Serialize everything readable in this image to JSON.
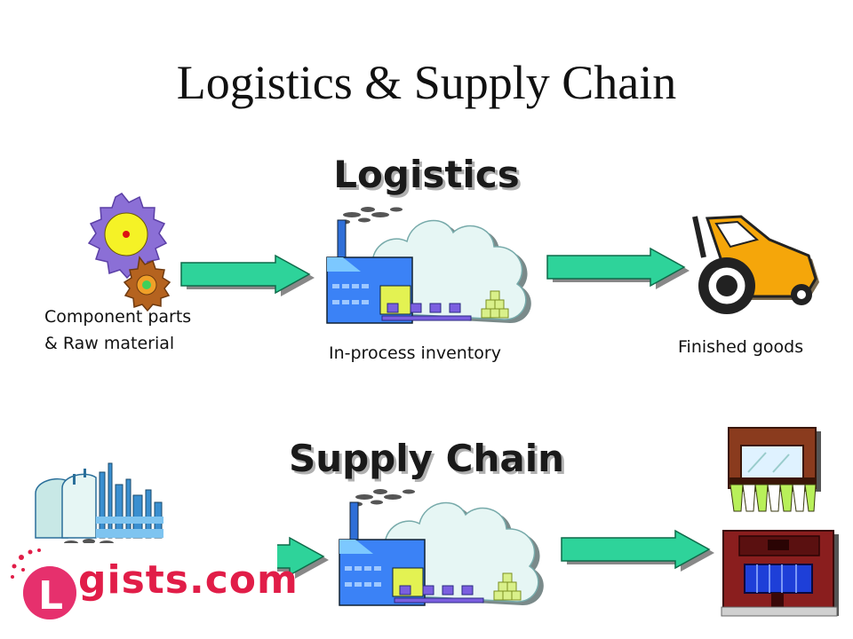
{
  "title": "Logistics & Supply Chain",
  "logistics": {
    "heading": "Logistics",
    "component_label_line1": "Component parts",
    "component_label_line2": "& Raw material",
    "inprocess_label": "In-process inventory",
    "finished_label": "Finished goods"
  },
  "supply_chain": {
    "heading": "Supply Chain"
  },
  "logo": {
    "letter": "L",
    "text": "gists.com"
  },
  "colors": {
    "arrow": "#2ed39a",
    "factory_blue": "#3b82f6",
    "cloud": "#e6f6f4",
    "tractor": "#f5a60a",
    "logo": "#e11d48"
  }
}
